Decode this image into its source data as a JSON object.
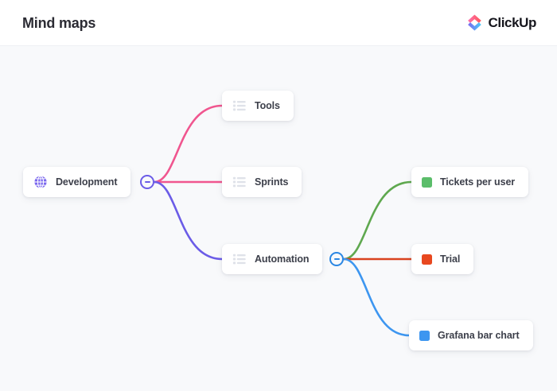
{
  "header": {
    "title": "Mind maps",
    "brand_name": "ClickUp",
    "brand_icon": "clickup-logo-icon",
    "brand_colors": {
      "top_gradient_from": "#FD71AF",
      "top_gradient_to": "#FF5757",
      "bottom_gradient_from": "#7B68EE",
      "bottom_gradient_to": "#49CCF9"
    }
  },
  "canvas": {
    "background": "#f8f9fb",
    "nodes": [
      {
        "id": "development",
        "label": "Development",
        "icon": "globe-icon",
        "icon_color": "#7b68ee"
      },
      {
        "id": "tools",
        "label": "Tools",
        "icon": "list-icon",
        "icon_color": "#d7dae2"
      },
      {
        "id": "sprints",
        "label": "Sprints",
        "icon": "list-icon",
        "icon_color": "#d7dae2"
      },
      {
        "id": "automation",
        "label": "Automation",
        "icon": "list-icon",
        "icon_color": "#d7dae2"
      },
      {
        "id": "tickets",
        "label": "Tickets per user",
        "icon": "color-chip-icon",
        "icon_color": "#5bbd6a"
      },
      {
        "id": "trial",
        "label": "Trial",
        "icon": "color-chip-icon",
        "icon_color": "#e8481f"
      },
      {
        "id": "grafana",
        "label": "Grafana bar chart",
        "icon": "color-chip-icon",
        "icon_color": "#3d96f0"
      }
    ],
    "handles": [
      {
        "id": "development-handle",
        "glyph": "minus",
        "color": "#6b5ce7"
      },
      {
        "id": "automation-handle",
        "glyph": "minus",
        "color": "#2b87e3"
      }
    ],
    "edges": [
      {
        "from": "development",
        "to": "tools",
        "color": "#f0568f"
      },
      {
        "from": "development",
        "to": "sprints",
        "color": "#f0568f"
      },
      {
        "from": "development",
        "to": "automation",
        "color": "#6b5ce7"
      },
      {
        "from": "automation",
        "to": "tickets",
        "color": "#5fa84f"
      },
      {
        "from": "automation",
        "to": "trial",
        "color": "#d9431f"
      },
      {
        "from": "automation",
        "to": "grafana",
        "color": "#3d96f0"
      }
    ]
  }
}
